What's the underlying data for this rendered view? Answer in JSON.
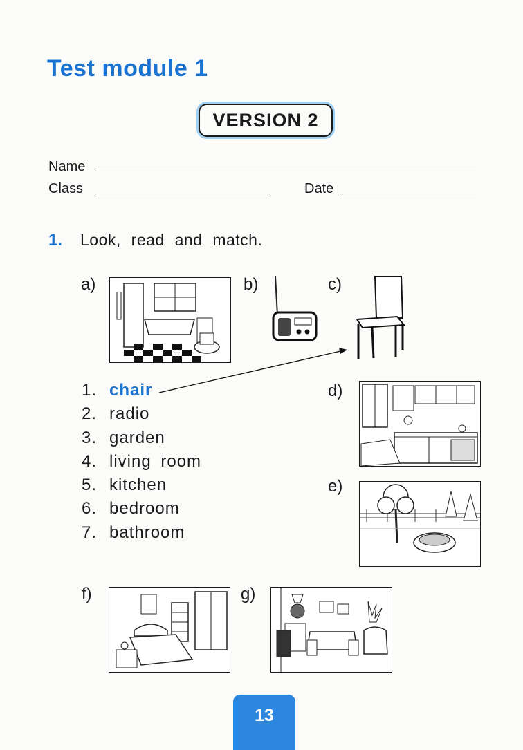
{
  "title": "Test module 1",
  "version": "VERSION 2",
  "form": {
    "name_label": "Name",
    "class_label": "Class",
    "date_label": "Date"
  },
  "task": {
    "number": "1.",
    "instruction": "Look, read and match.",
    "picture_labels": [
      "a)",
      "b)",
      "c)",
      "d)",
      "e)",
      "f)",
      "g)"
    ],
    "pictures": [
      "bathroom-illustration",
      "radio-illustration",
      "chair-illustration",
      "kitchen-illustration",
      "garden-illustration",
      "bedroom-illustration",
      "living-room-illustration"
    ],
    "words": [
      {
        "num": "1.",
        "word": "chair"
      },
      {
        "num": "2.",
        "word": "radio"
      },
      {
        "num": "3.",
        "word": "garden"
      },
      {
        "num": "4.",
        "word": "living room"
      },
      {
        "num": "5.",
        "word": "kitchen"
      },
      {
        "num": "6.",
        "word": "bedroom"
      },
      {
        "num": "7.",
        "word": "bathroom"
      }
    ],
    "example_match": {
      "word": "chair",
      "picture": "c)"
    }
  },
  "page_number": "13",
  "colors": {
    "accent": "#1a73d1",
    "tab": "#2b87df",
    "version_glow": "#9fd0f3"
  }
}
